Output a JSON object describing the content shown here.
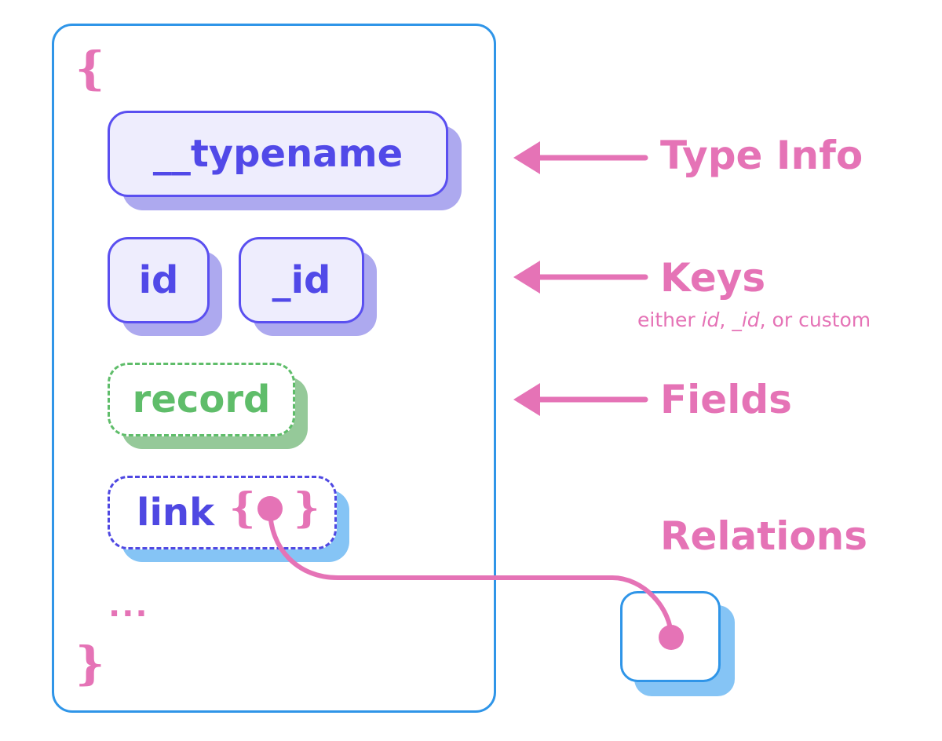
{
  "object": {
    "open_brace": "{",
    "close_brace": "}",
    "typename": "__typename",
    "keys": [
      "id",
      "_id"
    ],
    "record": "record",
    "link": {
      "label": "link",
      "open": "{",
      "close": "}"
    },
    "ellipsis": "..."
  },
  "annotations": {
    "type_info": "Type Info",
    "keys": "Keys",
    "keys_sub": {
      "prefix": "either ",
      "id": "id",
      "sep1": ", ",
      "_id": "_id",
      "suffix": ", or custom"
    },
    "fields": "Fields",
    "relations": "Relations"
  },
  "colors": {
    "pink": "#e573b6",
    "blue": "#2f95e8",
    "purple": "#5a4ff0",
    "green": "#5fbd6a"
  }
}
